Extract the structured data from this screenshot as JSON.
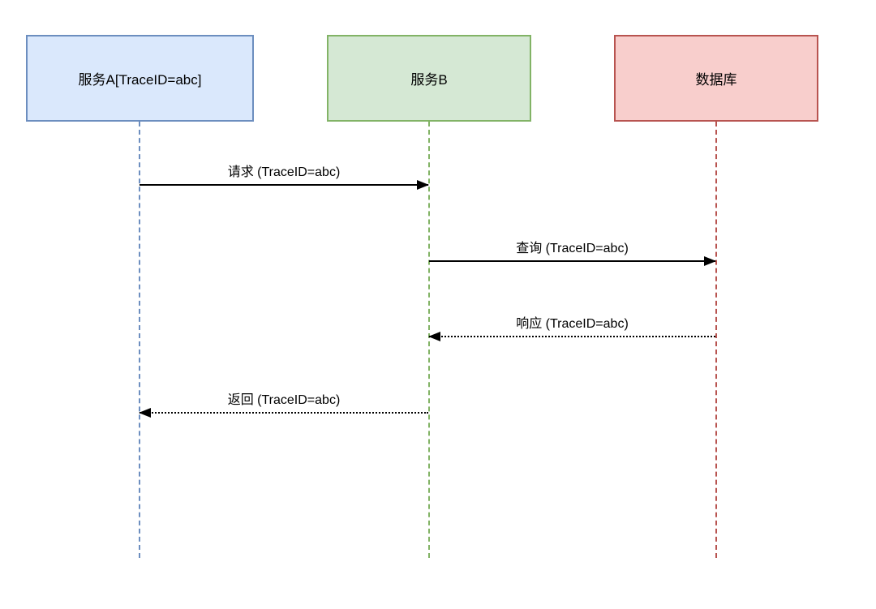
{
  "diagram": {
    "type": "sequence-diagram",
    "background_color": "#ffffff",
    "arrow_color": "#000000",
    "text_color": "#000000",
    "participants": [
      {
        "id": "service-a",
        "label": "服务A[TraceID=abc]",
        "fill": "#dae8fc",
        "border": "#6c8ebf"
      },
      {
        "id": "service-b",
        "label": "服务B",
        "fill": "#d5e8d4",
        "border": "#82b366"
      },
      {
        "id": "database",
        "label": "数据库",
        "fill": "#f8cecc",
        "border": "#b85450"
      }
    ],
    "messages": [
      {
        "from": "service-a",
        "to": "service-b",
        "label": "请求 (TraceID=abc)",
        "line_style": "solid",
        "direction": "right"
      },
      {
        "from": "service-b",
        "to": "database",
        "label": "查询 (TraceID=abc)",
        "line_style": "solid",
        "direction": "right"
      },
      {
        "from": "database",
        "to": "service-b",
        "label": "响应 (TraceID=abc)",
        "line_style": "dashed",
        "direction": "left"
      },
      {
        "from": "service-b",
        "to": "service-a",
        "label": "返回 (TraceID=abc)",
        "line_style": "dashed",
        "direction": "left"
      }
    ]
  }
}
